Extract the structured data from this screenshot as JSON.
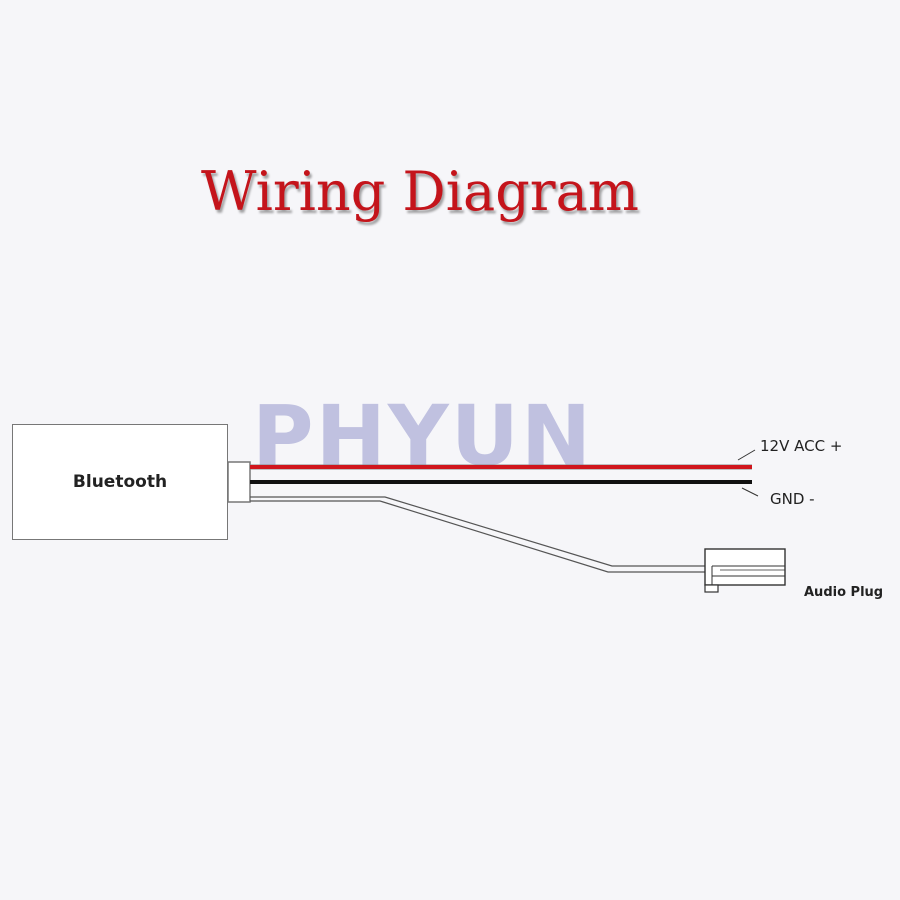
{
  "diagram": {
    "title": "Wiring Diagram",
    "watermark": "PHYUN",
    "module_label": "Bluetooth",
    "wire_labels": {
      "acc": "12V ACC +",
      "gnd": "GND -",
      "audio": "Audio Plug"
    },
    "colors": {
      "title": "#c4141b",
      "acc_wire": "#d0161d",
      "gnd_wire": "#111111",
      "audio_wire": "#555555",
      "watermark": "#aeb0d8"
    }
  }
}
